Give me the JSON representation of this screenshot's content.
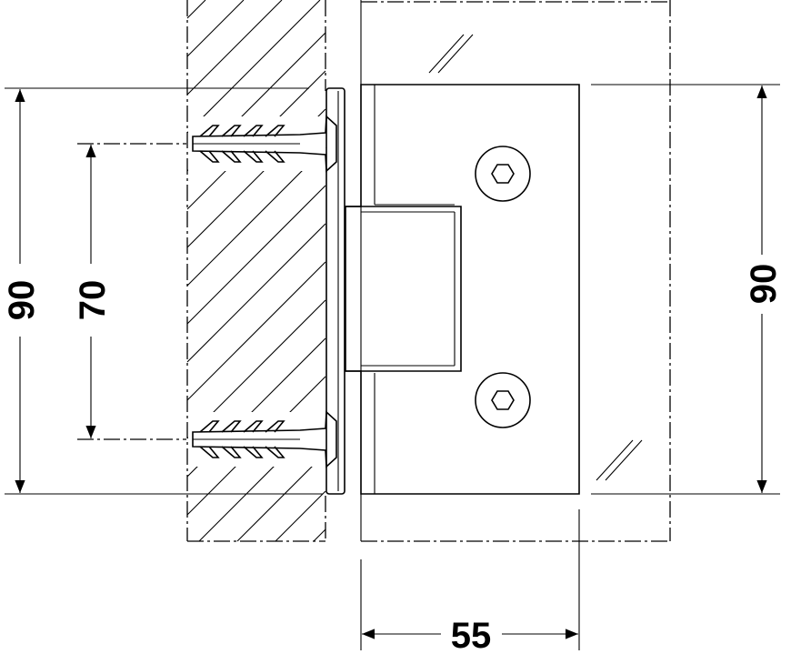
{
  "dimensions": {
    "wall_height": "90",
    "screw_spacing": "70",
    "glass_height": "90",
    "hinge_width": "55"
  }
}
